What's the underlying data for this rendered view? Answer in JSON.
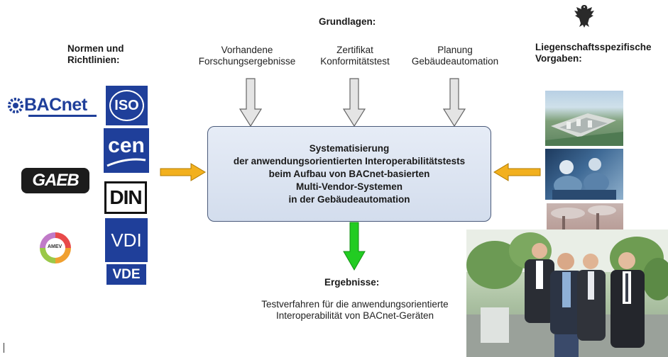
{
  "grundlagen": {
    "title": "Grundlagen:",
    "items": [
      {
        "line1": "Vorhandene",
        "line2": "Forschungsergebnisse"
      },
      {
        "line1": "Zertifikat",
        "line2": "Konformitätstest"
      },
      {
        "line1": "Planung",
        "line2": "Gebäudeautomation"
      }
    ]
  },
  "normen": {
    "line1": "Normen und",
    "line2": "Richtlinien:"
  },
  "liegenschaft": {
    "line1": "Liegenschaftsspezifische",
    "line2": "Vorgaben:"
  },
  "center": {
    "lines": [
      "Systematisierung",
      "der anwendungsorientierten Interoperabilitätstests",
      "beim Aufbau von BACnet-basierten",
      "Multi-Vendor-Systemen",
      "in der Gebäudeautomation"
    ]
  },
  "ergebnisse": {
    "title": "Ergebnisse:",
    "line1": "Testverfahren für die anwendungsorientierte",
    "line2": "Interoperabilität von BACnet-Geräten"
  },
  "logos": {
    "bacnet": "BACnet",
    "iso": "ISO",
    "cen": "cen",
    "gaeb": "GAEB",
    "din": "DIN",
    "vdi": "VDI",
    "vde": "VDE",
    "amev": "AMEV"
  },
  "colors": {
    "box_border": "#4a5a7a",
    "input_arrow": "#f2b01e",
    "output_arrow": "#22cc22",
    "grundlagen_arrow": "#e4e4e4",
    "logo_blue": "#1f3f9a"
  },
  "icons": {
    "eagle": "federal-eagle-icon",
    "arrows_down": "hollow-down-arrow-icon",
    "arrow_right": "orange-right-arrow-icon",
    "arrow_left": "orange-left-arrow-icon",
    "arrow_result": "green-down-arrow-icon"
  }
}
